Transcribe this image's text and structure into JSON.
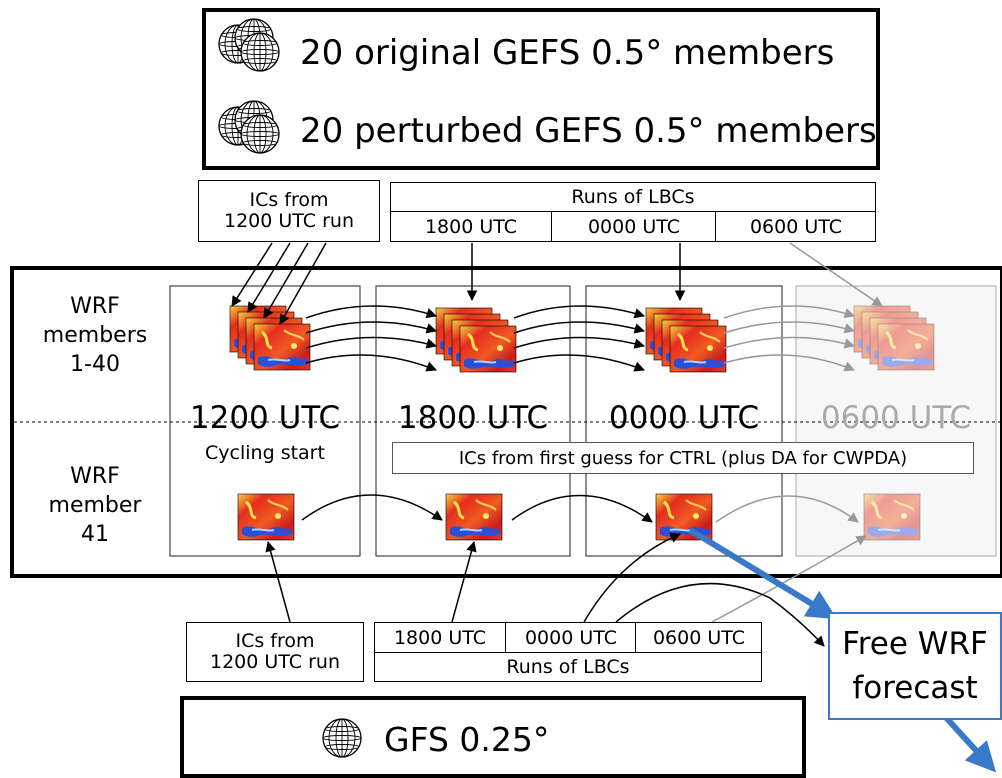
{
  "top_box": {
    "line1": "20 original GEFS 0.5° members",
    "line2": "20 perturbed GEFS 0.5° members"
  },
  "ics_top": {
    "line1": "ICs from",
    "line2": "1200 UTC run"
  },
  "lbc_top": {
    "title": "Runs of LBCs",
    "times": [
      "1800 UTC",
      "0000 UTC",
      "0600 UTC"
    ]
  },
  "side_labels": {
    "members_line1": "WRF",
    "members_line2": "members",
    "members_line3": "1-40",
    "member41_line1": "WRF",
    "member41_line2": "member",
    "member41_line3": "41"
  },
  "panels": [
    {
      "time": "1200 UTC",
      "subtitle": "Cycling start"
    },
    {
      "time": "1800 UTC"
    },
    {
      "time": "0000 UTC"
    },
    {
      "time": "0600 UTC"
    }
  ],
  "first_guess_note": "ICs from first guess for CTRL (plus DA for CWPDA)",
  "ics_bottom": {
    "line1": "ICs from",
    "line2": "1200 UTC run"
  },
  "lbc_bottom": {
    "title": "Runs of LBCs",
    "times": [
      "1800 UTC",
      "0000 UTC",
      "0600 UTC"
    ]
  },
  "free_forecast": {
    "line1": "Free WRF",
    "line2": "forecast"
  },
  "gfs_box": {
    "label": "GFS 0.25°"
  },
  "colors": {
    "frame": "#000000",
    "faded": "#999999",
    "forecast_blue": "#3a78c9",
    "heat_red": "#e52d1f"
  },
  "icons": [
    "globe-stack-icon",
    "globe-icon"
  ]
}
